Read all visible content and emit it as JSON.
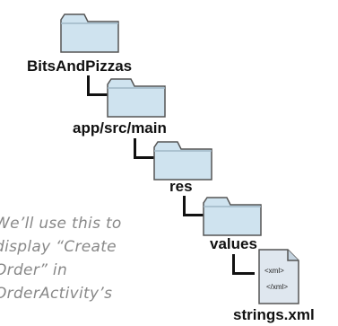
{
  "tree": {
    "nodes": [
      {
        "label": "BitsAndPizzas",
        "kind": "folder"
      },
      {
        "label": "app/src/main",
        "kind": "folder"
      },
      {
        "label": "res",
        "kind": "folder"
      },
      {
        "label": "values",
        "kind": "folder"
      },
      {
        "label": "strings.xml",
        "kind": "file"
      }
    ],
    "file_icon_text": {
      "open_tag": "<xml>",
      "close_tag": "</xml>"
    }
  },
  "annotation": {
    "lines": [
      "We’ll use this to",
      "display “Create",
      "Order” in",
      "OrderActivity’s"
    ]
  },
  "colors": {
    "folder_fill": "#cfe3ef",
    "folder_stroke": "#555555",
    "text": "#111111",
    "note": "#888888"
  }
}
